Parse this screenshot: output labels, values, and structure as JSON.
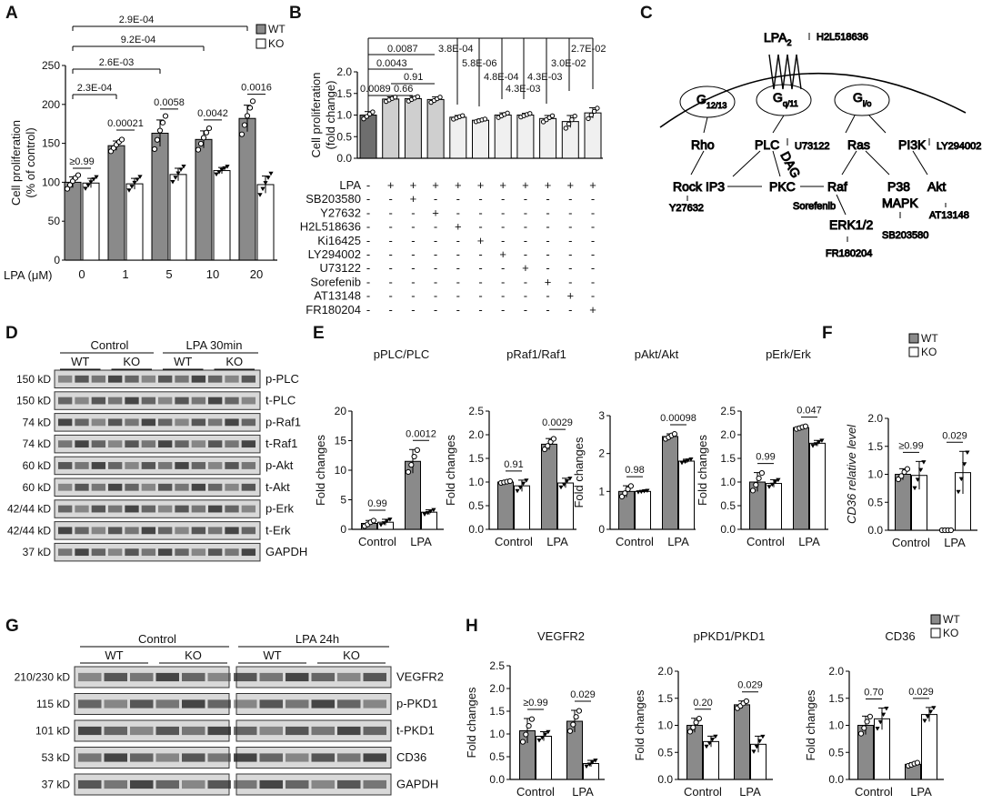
{
  "panel_letters": [
    "A",
    "B",
    "C",
    "D",
    "E",
    "F",
    "G",
    "H"
  ],
  "colors": {
    "wt": "#8a8a8a",
    "ko": "#ffffff",
    "ctrl_b": "#6e6e6e",
    "lpa_b": "#cfcfcf",
    "inh_b": "#f0f0f0"
  },
  "legend": {
    "wt": "WT",
    "ko": "KO"
  },
  "panelA": {
    "xlabel": "LPA (μM)",
    "ylabel": "Cell proliferation\n(% of control)",
    "sig": [
      "2.9E-04",
      "9.2E-04",
      "2.6E-03",
      "2.3E-04",
      "0.00021",
      "0.0058",
      "0.0042",
      "0.0016",
      "≥0.99"
    ]
  },
  "panelB": {
    "ylabel": "Cell proliferation\n(fold change)",
    "treatments": [
      {
        "name": "LPA",
        "signs": [
          "-",
          "+",
          "+",
          "+",
          "+",
          "+",
          "+",
          "+",
          "+",
          "+",
          "+"
        ]
      },
      {
        "name": "SB203580",
        "signs": [
          "-",
          "-",
          "+",
          "-",
          "-",
          "-",
          "-",
          "-",
          "-",
          "-",
          "-"
        ]
      },
      {
        "name": "Y27632",
        "signs": [
          "-",
          "-",
          "-",
          "+",
          "-",
          "-",
          "-",
          "-",
          "-",
          "-",
          "-"
        ]
      },
      {
        "name": "H2L518636",
        "signs": [
          "-",
          "-",
          "-",
          "-",
          "+",
          "-",
          "-",
          "-",
          "-",
          "-",
          "-"
        ]
      },
      {
        "name": "Ki16425",
        "signs": [
          "-",
          "-",
          "-",
          "-",
          "-",
          "+",
          "-",
          "-",
          "-",
          "-",
          "-"
        ]
      },
      {
        "name": "LY294002",
        "signs": [
          "-",
          "-",
          "-",
          "-",
          "-",
          "-",
          "+",
          "-",
          "-",
          "-",
          "-"
        ]
      },
      {
        "name": "U73122",
        "signs": [
          "-",
          "-",
          "-",
          "-",
          "-",
          "-",
          "-",
          "+",
          "-",
          "-",
          "-"
        ]
      },
      {
        "name": "Sorefenib",
        "signs": [
          "-",
          "-",
          "-",
          "-",
          "-",
          "-",
          "-",
          "-",
          "+",
          "-",
          "-"
        ]
      },
      {
        "name": "AT13148",
        "signs": [
          "-",
          "-",
          "-",
          "-",
          "-",
          "-",
          "-",
          "-",
          "-",
          "+",
          "-"
        ]
      },
      {
        "name": "FR180204",
        "signs": [
          "-",
          "-",
          "-",
          "-",
          "-",
          "-",
          "-",
          "-",
          "-",
          "-",
          "+"
        ]
      }
    ],
    "sig": [
      "0.0087",
      "0.0043",
      "0.91",
      "0.0089",
      "0.66",
      "3.8E-04",
      "5.8E-06",
      "4.8E-04",
      "4.3E-03",
      "4.3E-03",
      "3.0E-02",
      "2.7E-02"
    ]
  },
  "panelC": {
    "receptor": "LPA",
    "receptor_sub": "2",
    "receptor_inhibitor": "H2L518636",
    "g12": "G",
    "g12_sub": "12/13",
    "gq": "G",
    "gq_sub": "q/11",
    "gi": "G",
    "gi_sub": "i/o",
    "nodes": [
      "Rho",
      "PLC",
      "Ras",
      "PI3K",
      "Rock",
      "IP3",
      "PKC",
      "Raf",
      "P38",
      "MAPK",
      "Akt",
      "ERK1/2",
      "DAG"
    ],
    "inhibitors": [
      "Y27632",
      "U73122",
      "LY294002",
      "Sorefenib",
      "SB203580",
      "AT13148",
      "FR180204"
    ]
  },
  "panelD": {
    "groups": [
      "Control",
      "LPA 30min"
    ],
    "genotypes": [
      "WT",
      "KO",
      "WT",
      "KO"
    ],
    "bands": [
      {
        "label": "p-PLC",
        "size": "150 kD"
      },
      {
        "label": "t-PLC",
        "size": "150 kD"
      },
      {
        "label": "p-Raf1",
        "size": "74 kD"
      },
      {
        "label": "t-Raf1",
        "size": "74 kD"
      },
      {
        "label": "p-Akt",
        "size": "60 kD"
      },
      {
        "label": "t-Akt",
        "size": "60 kD"
      },
      {
        "label": "p-Erk",
        "size": "42/44 kD"
      },
      {
        "label": "t-Erk",
        "size": "42/44 kD"
      },
      {
        "label": "GAPDH",
        "size": "37 kD"
      }
    ]
  },
  "panelG": {
    "groups": [
      "Control",
      "LPA 24h"
    ],
    "genotypes": [
      "WT",
      "KO",
      "WT",
      "KO"
    ],
    "bands": [
      {
        "label": "VEGFR2",
        "size": "210/230 kD"
      },
      {
        "label": "p-PKD1",
        "size": "115 kD"
      },
      {
        "label": "t-PKD1",
        "size": "101 kD"
      },
      {
        "label": "CD36",
        "size": "53 kD"
      },
      {
        "label": "GAPDH",
        "size": "37 kD"
      }
    ]
  },
  "chart_data": [
    {
      "id": "A",
      "type": "bar",
      "categories": [
        "0",
        "1",
        "5",
        "10",
        "20"
      ],
      "xlabel": "LPA (μM)",
      "ylabel": "Cell proliferation\n(% of control)",
      "ylim": [
        0,
        250
      ],
      "yticks": [
        0,
        50,
        100,
        150,
        200,
        250
      ],
      "series": [
        {
          "name": "WT",
          "values": [
            100,
            147,
            163,
            155,
            182
          ],
          "err": [
            7,
            6,
            17,
            11,
            17
          ]
        },
        {
          "name": "KO",
          "values": [
            99,
            98,
            110,
            115,
            97
          ],
          "err": [
            6,
            7,
            8,
            4,
            11
          ]
        }
      ],
      "annotations": [
        {
          "a": [
            0,
            0
          ],
          "b": [
            4,
            0
          ],
          "text": "2.9E-04"
        },
        {
          "a": [
            0,
            0
          ],
          "b": [
            3,
            0
          ],
          "text": "9.2E-04"
        },
        {
          "a": [
            0,
            0
          ],
          "b": [
            2,
            0
          ],
          "text": "2.6E-03"
        },
        {
          "a": [
            0,
            0
          ],
          "b": [
            1,
            0
          ],
          "text": "2.3E-04"
        },
        {
          "a": [
            1,
            0
          ],
          "b": [
            1,
            1
          ],
          "text": "0.00021"
        },
        {
          "a": [
            2,
            0
          ],
          "b": [
            2,
            1
          ],
          "text": "0.0058"
        },
        {
          "a": [
            3,
            0
          ],
          "b": [
            3,
            1
          ],
          "text": "0.0042"
        },
        {
          "a": [
            4,
            0
          ],
          "b": [
            4,
            1
          ],
          "text": "0.0016"
        },
        {
          "a": [
            0,
            0
          ],
          "b": [
            0,
            1
          ],
          "text": "≥0.99"
        }
      ]
    },
    {
      "id": "B",
      "type": "bar",
      "categories": [
        "1",
        "2",
        "3",
        "4",
        "5",
        "6",
        "7",
        "8",
        "9",
        "10",
        "11"
      ],
      "ylabel": "Cell proliferation\n(fold change)",
      "ylim": [
        0,
        2.0
      ],
      "yticks": [
        0,
        0.5,
        1.0,
        1.5,
        2.0
      ],
      "series": [
        {
          "name": "",
          "values": [
            1.0,
            1.37,
            1.38,
            1.36,
            0.95,
            0.88,
            1.0,
            1.0,
            0.92,
            0.85,
            1.05
          ],
          "err": [
            0.08,
            0.05,
            0.05,
            0.06,
            0.04,
            0.03,
            0.05,
            0.04,
            0.07,
            0.14,
            0.12
          ]
        }
      ]
    },
    {
      "id": "E1",
      "type": "bar",
      "title": "pPLC/PLC",
      "categories": [
        "Control",
        "LPA"
      ],
      "ylabel": "Fold changes",
      "ylim": [
        0,
        20
      ],
      "yticks": [
        0,
        5,
        10,
        15,
        20
      ],
      "series": [
        {
          "name": "WT",
          "values": [
            1.0,
            11.5
          ],
          "err": [
            0.5,
            2.0
          ]
        },
        {
          "name": "KO",
          "values": [
            1.2,
            2.9
          ],
          "err": [
            0.5,
            0.4
          ]
        }
      ],
      "annotations": [
        {
          "text": "0.99"
        },
        {
          "text": "0.0012"
        }
      ]
    },
    {
      "id": "E2",
      "type": "bar",
      "title": "pRaf1/Raf1",
      "categories": [
        "Control",
        "LPA"
      ],
      "ylabel": "Fold changes",
      "ylim": [
        0,
        2.5
      ],
      "yticks": [
        0.0,
        0.5,
        1.0,
        1.5,
        2.0,
        2.5
      ],
      "series": [
        {
          "name": "WT",
          "values": [
            1.0,
            1.8
          ],
          "err": [
            0.02,
            0.12
          ]
        },
        {
          "name": "KO",
          "values": [
            0.92,
            0.98
          ],
          "err": [
            0.12,
            0.1
          ]
        }
      ],
      "annotations": [
        {
          "text": "0.91"
        },
        {
          "text": "0.0029"
        }
      ]
    },
    {
      "id": "E3",
      "type": "bar",
      "title": "pAkt/Akt",
      "categories": [
        "Control",
        "LPA"
      ],
      "ylabel": "Fold changes",
      "ylim": [
        0,
        3
      ],
      "yticks": [
        0,
        1,
        2,
        3
      ],
      "series": [
        {
          "name": "WT",
          "values": [
            1.0,
            2.45
          ],
          "err": [
            0.15,
            0.07
          ]
        },
        {
          "name": "KO",
          "values": [
            1.0,
            1.8
          ],
          "err": [
            0.02,
            0.05
          ]
        }
      ],
      "annotations": [
        {
          "text": "0.98"
        },
        {
          "text": "0.00098"
        }
      ]
    },
    {
      "id": "E4",
      "type": "bar",
      "title": "pErk/Erk",
      "categories": [
        "Control",
        "LPA"
      ],
      "ylabel": "Fold changes",
      "ylim": [
        0,
        2.5
      ],
      "yticks": [
        0.0,
        0.5,
        1.0,
        1.5,
        2.0,
        2.5
      ],
      "series": [
        {
          "name": "WT",
          "values": [
            1.0,
            2.15
          ],
          "err": [
            0.2,
            0.03
          ]
        },
        {
          "name": "KO",
          "values": [
            0.97,
            1.82
          ],
          "err": [
            0.08,
            0.06
          ]
        }
      ],
      "annotations": [
        {
          "text": "0.99"
        },
        {
          "text": "0.047"
        }
      ]
    },
    {
      "id": "F",
      "type": "bar",
      "categories": [
        "Control",
        "LPA"
      ],
      "ylabel": "CD36 relative level",
      "ylim": [
        0,
        2.0
      ],
      "yticks": [
        0.0,
        0.5,
        1.0,
        1.5,
        2.0
      ],
      "series": [
        {
          "name": "WT",
          "values": [
            1.0,
            0.0
          ],
          "err": [
            0.1,
            0.0
          ]
        },
        {
          "name": "KO",
          "values": [
            0.98,
            1.03
          ],
          "err": [
            0.25,
            0.38
          ]
        }
      ],
      "annotations": [
        {
          "text": "≥0.99"
        },
        {
          "text": "0.029"
        }
      ]
    },
    {
      "id": "H1",
      "type": "bar",
      "title": "VEGFR2",
      "categories": [
        "Control",
        "LPA"
      ],
      "ylabel": "Fold changes",
      "ylim": [
        0,
        2.5
      ],
      "yticks": [
        0.0,
        0.5,
        1.0,
        1.5,
        2.0,
        2.5
      ],
      "series": [
        {
          "name": "WT",
          "values": [
            1.07,
            1.28
          ],
          "err": [
            0.27,
            0.24
          ]
        },
        {
          "name": "KO",
          "values": [
            0.95,
            0.35
          ],
          "err": [
            0.1,
            0.07
          ]
        }
      ],
      "annotations": [
        {
          "text": "≥0.99"
        },
        {
          "text": "0.029"
        }
      ]
    },
    {
      "id": "H2",
      "type": "bar",
      "title": "pPKD1/PKD1",
      "categories": [
        "Control",
        "LPA"
      ],
      "ylabel": "Fold changes",
      "ylim": [
        0,
        2.0
      ],
      "yticks": [
        0.0,
        0.5,
        1.0,
        1.5,
        2.0
      ],
      "series": [
        {
          "name": "WT",
          "values": [
            1.0,
            1.38
          ],
          "err": [
            0.13,
            0.07
          ]
        },
        {
          "name": "KO",
          "values": [
            0.7,
            0.65
          ],
          "err": [
            0.1,
            0.15
          ]
        }
      ],
      "annotations": [
        {
          "text": "0.20"
        },
        {
          "text": "0.029"
        }
      ]
    },
    {
      "id": "H3",
      "type": "bar",
      "title": "CD36",
      "categories": [
        "Control",
        "LPA"
      ],
      "ylabel": "Fold changes",
      "ylim": [
        0,
        2.0
      ],
      "yticks": [
        0.0,
        0.5,
        1.0,
        1.5,
        2.0
      ],
      "series": [
        {
          "name": "WT",
          "values": [
            1.0,
            0.28
          ],
          "err": [
            0.17,
            0.03
          ]
        },
        {
          "name": "KO",
          "values": [
            1.12,
            1.2
          ],
          "err": [
            0.2,
            0.13
          ]
        }
      ],
      "annotations": [
        {
          "text": "0.70"
        },
        {
          "text": "0.029"
        }
      ]
    }
  ]
}
